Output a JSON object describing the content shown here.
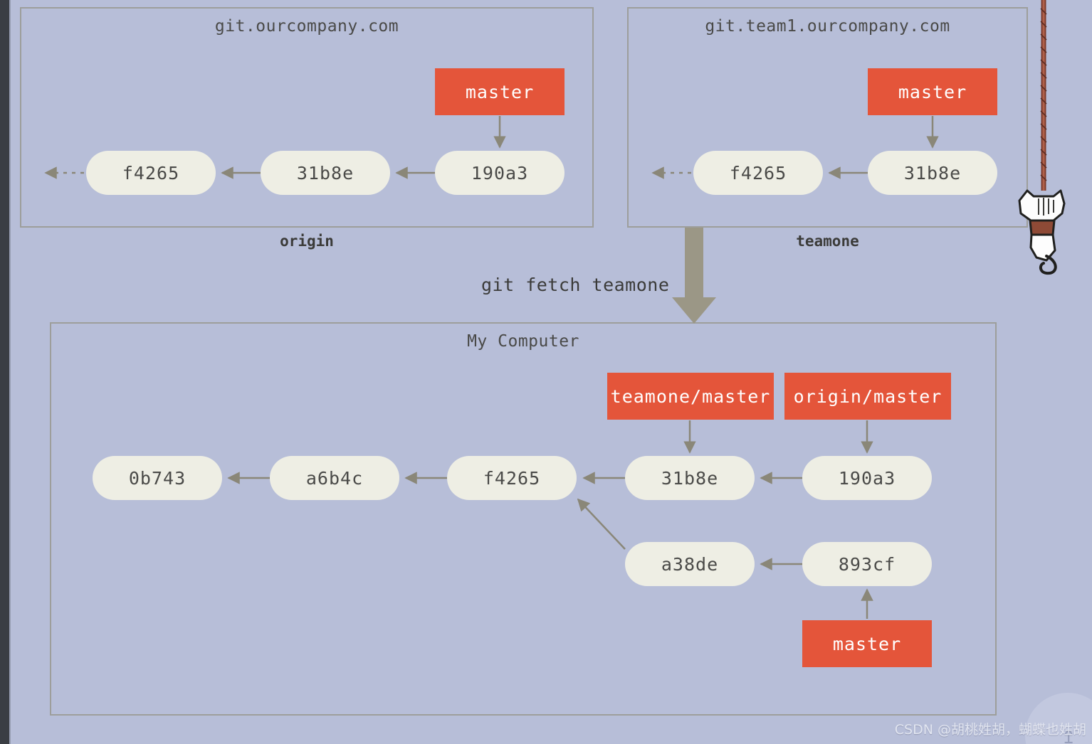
{
  "diagram": {
    "title": "git fetch teamone",
    "background_color": "#b7bed8",
    "branch_color": "#e4553a",
    "commit_color": "#eeeee4",
    "arrow_color": "#8a8778"
  },
  "panels": {
    "origin": {
      "title": "git.ourcompany.com",
      "caption": "origin",
      "commits": [
        {
          "id": "f4265"
        },
        {
          "id": "31b8e"
        },
        {
          "id": "190a3"
        }
      ],
      "branches": [
        {
          "label": "master",
          "points_to": "190a3"
        }
      ]
    },
    "teamone": {
      "title": "git.team1.ourcompany.com",
      "caption": "teamone",
      "commits": [
        {
          "id": "f4265"
        },
        {
          "id": "31b8e"
        }
      ],
      "branches": [
        {
          "label": "master",
          "points_to": "31b8e"
        }
      ]
    },
    "mycomputer": {
      "title": "My Computer",
      "commits": [
        {
          "id": "0b743"
        },
        {
          "id": "a6b4c"
        },
        {
          "id": "f4265"
        },
        {
          "id": "31b8e"
        },
        {
          "id": "190a3"
        },
        {
          "id": "a38de"
        },
        {
          "id": "893cf"
        }
      ],
      "branches": [
        {
          "label": "teamone/master",
          "points_to": "31b8e"
        },
        {
          "label": "origin/master",
          "points_to": "190a3"
        },
        {
          "label": "master",
          "points_to": "893cf"
        }
      ]
    }
  },
  "command": {
    "label": "git fetch teamone"
  },
  "watermark": {
    "text": "CSDN @胡桃姓胡，蝴蝶也姓胡"
  },
  "decoration": {
    "hanging_cat": "hanging-cat-ornament",
    "rope": "rope"
  }
}
